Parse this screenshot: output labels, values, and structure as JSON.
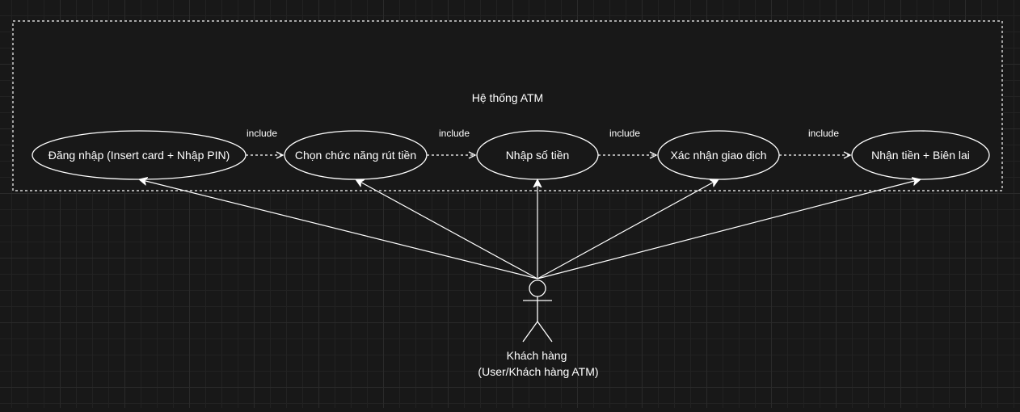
{
  "system": {
    "title": "Hệ thống ATM"
  },
  "use_cases": [
    {
      "id": "login",
      "label": "Đăng nhập (Insert card + Nhập PIN)"
    },
    {
      "id": "select",
      "label": "Chọn chức năng rút tiền"
    },
    {
      "id": "amount",
      "label": "Nhập số tiền"
    },
    {
      "id": "confirm",
      "label": "Xác nhận giao dịch"
    },
    {
      "id": "receive",
      "label": "Nhận tiền + Biên lai"
    }
  ],
  "relations": [
    {
      "from": "login",
      "to": "select",
      "label": "include"
    },
    {
      "from": "select",
      "to": "amount",
      "label": "include"
    },
    {
      "from": "amount",
      "to": "confirm",
      "label": "include"
    },
    {
      "from": "confirm",
      "to": "receive",
      "label": "include"
    }
  ],
  "actor": {
    "name_line1": "Khách hàng",
    "name_line2": "(User/Khách hàng ATM)"
  }
}
